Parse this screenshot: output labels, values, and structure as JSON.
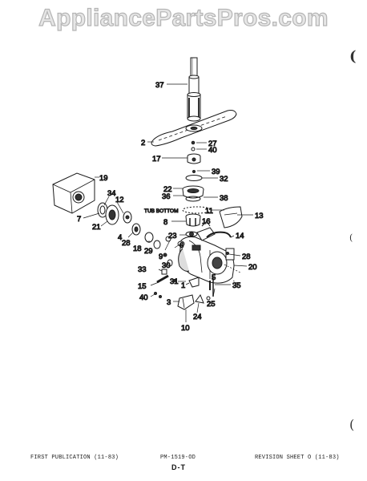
{
  "watermark": "AppliancePartsPros.com",
  "diagram": {
    "tub_bottom_label": "TUB BOTTOM",
    "callouts": {
      "c37": "37",
      "c2": "2",
      "c27": "27",
      "c40a": "40",
      "c17": "17",
      "c39": "39",
      "c32": "32",
      "c22": "22",
      "c36": "36",
      "c38": "38",
      "c19": "19",
      "c34": "34",
      "c12": "12",
      "c7": "7",
      "c21": "21",
      "c11": "11",
      "c13": "13",
      "c8": "8",
      "c16": "16",
      "c23": "23",
      "c4": "4",
      "c28a": "28",
      "c18": "18",
      "c29": "29",
      "c6": "6",
      "c14": "14",
      "c9": "9",
      "c30": "30",
      "c33": "33",
      "c28b": "28",
      "c20": "20",
      "c15": "15",
      "c31": "31",
      "c1": "1",
      "c5": "5",
      "c35": "35",
      "c40b": "40",
      "c3": "3",
      "c25": "25",
      "c24": "24",
      "c10": "10"
    }
  },
  "footer": {
    "left": "FIRST PUBLICATION (11-83)",
    "center": "PM-1519-OD",
    "right": "REVISION SHEET O (11-83)",
    "page_code": "D-T"
  },
  "colors": {
    "ink": "#1a1a1a",
    "watermark_fill": "#e6e6e6",
    "watermark_stroke": "#b5b5b5"
  }
}
